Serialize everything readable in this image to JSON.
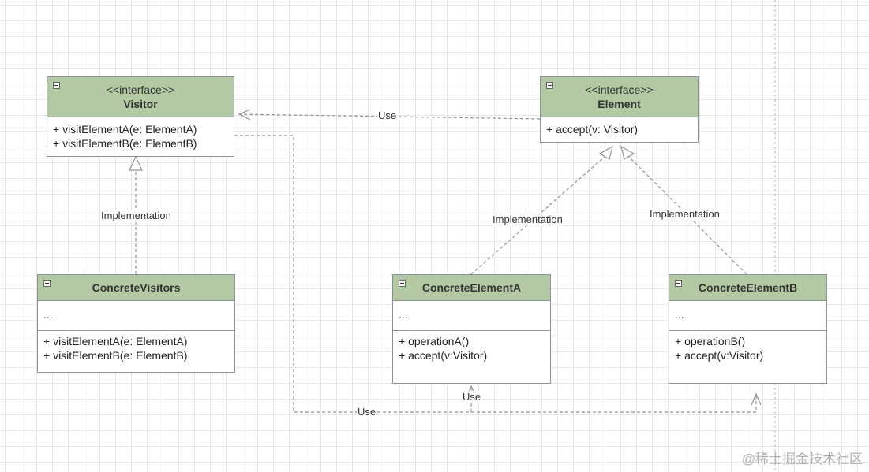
{
  "classes": {
    "visitor": {
      "stereotype": "<<interface>>",
      "name": "Visitor",
      "operations": [
        "+ visitElementA(e: ElementA)",
        "+ visitElementB(e: ElementB)"
      ]
    },
    "element": {
      "stereotype": "<<interface>>",
      "name": "Element",
      "operations": [
        "+ accept(v: Visitor)"
      ]
    },
    "concrete_visitors": {
      "name": "ConcreteVisitors",
      "attributes": "...",
      "operations": [
        "+ visitElementA(e: ElementA)",
        "+ visitElementB(e: ElementB)"
      ]
    },
    "concrete_element_a": {
      "name": "ConcreteElementA",
      "attributes": "...",
      "operations": [
        "+ operationA()",
        "+ accept(v:Visitor)"
      ]
    },
    "concrete_element_b": {
      "name": "ConcreteElementB",
      "attributes": "...",
      "operations": [
        "+ operationB()",
        "+ accept(v:Visitor)"
      ]
    }
  },
  "relations": {
    "element_uses_visitor": "Use",
    "visitors_implement_visitor": "Implementation",
    "element_a_implements_element": "Implementation",
    "element_b_implements_element": "Implementation",
    "visitor_uses_element_b": "Use",
    "visitor_uses_element_a": "Use"
  },
  "watermark": "@稀土掘金技术社区",
  "colors": {
    "header_fill": "#b2c9a3",
    "border": "#8b9398",
    "connector": "#8d959b",
    "grid": "#e6e6e6"
  }
}
